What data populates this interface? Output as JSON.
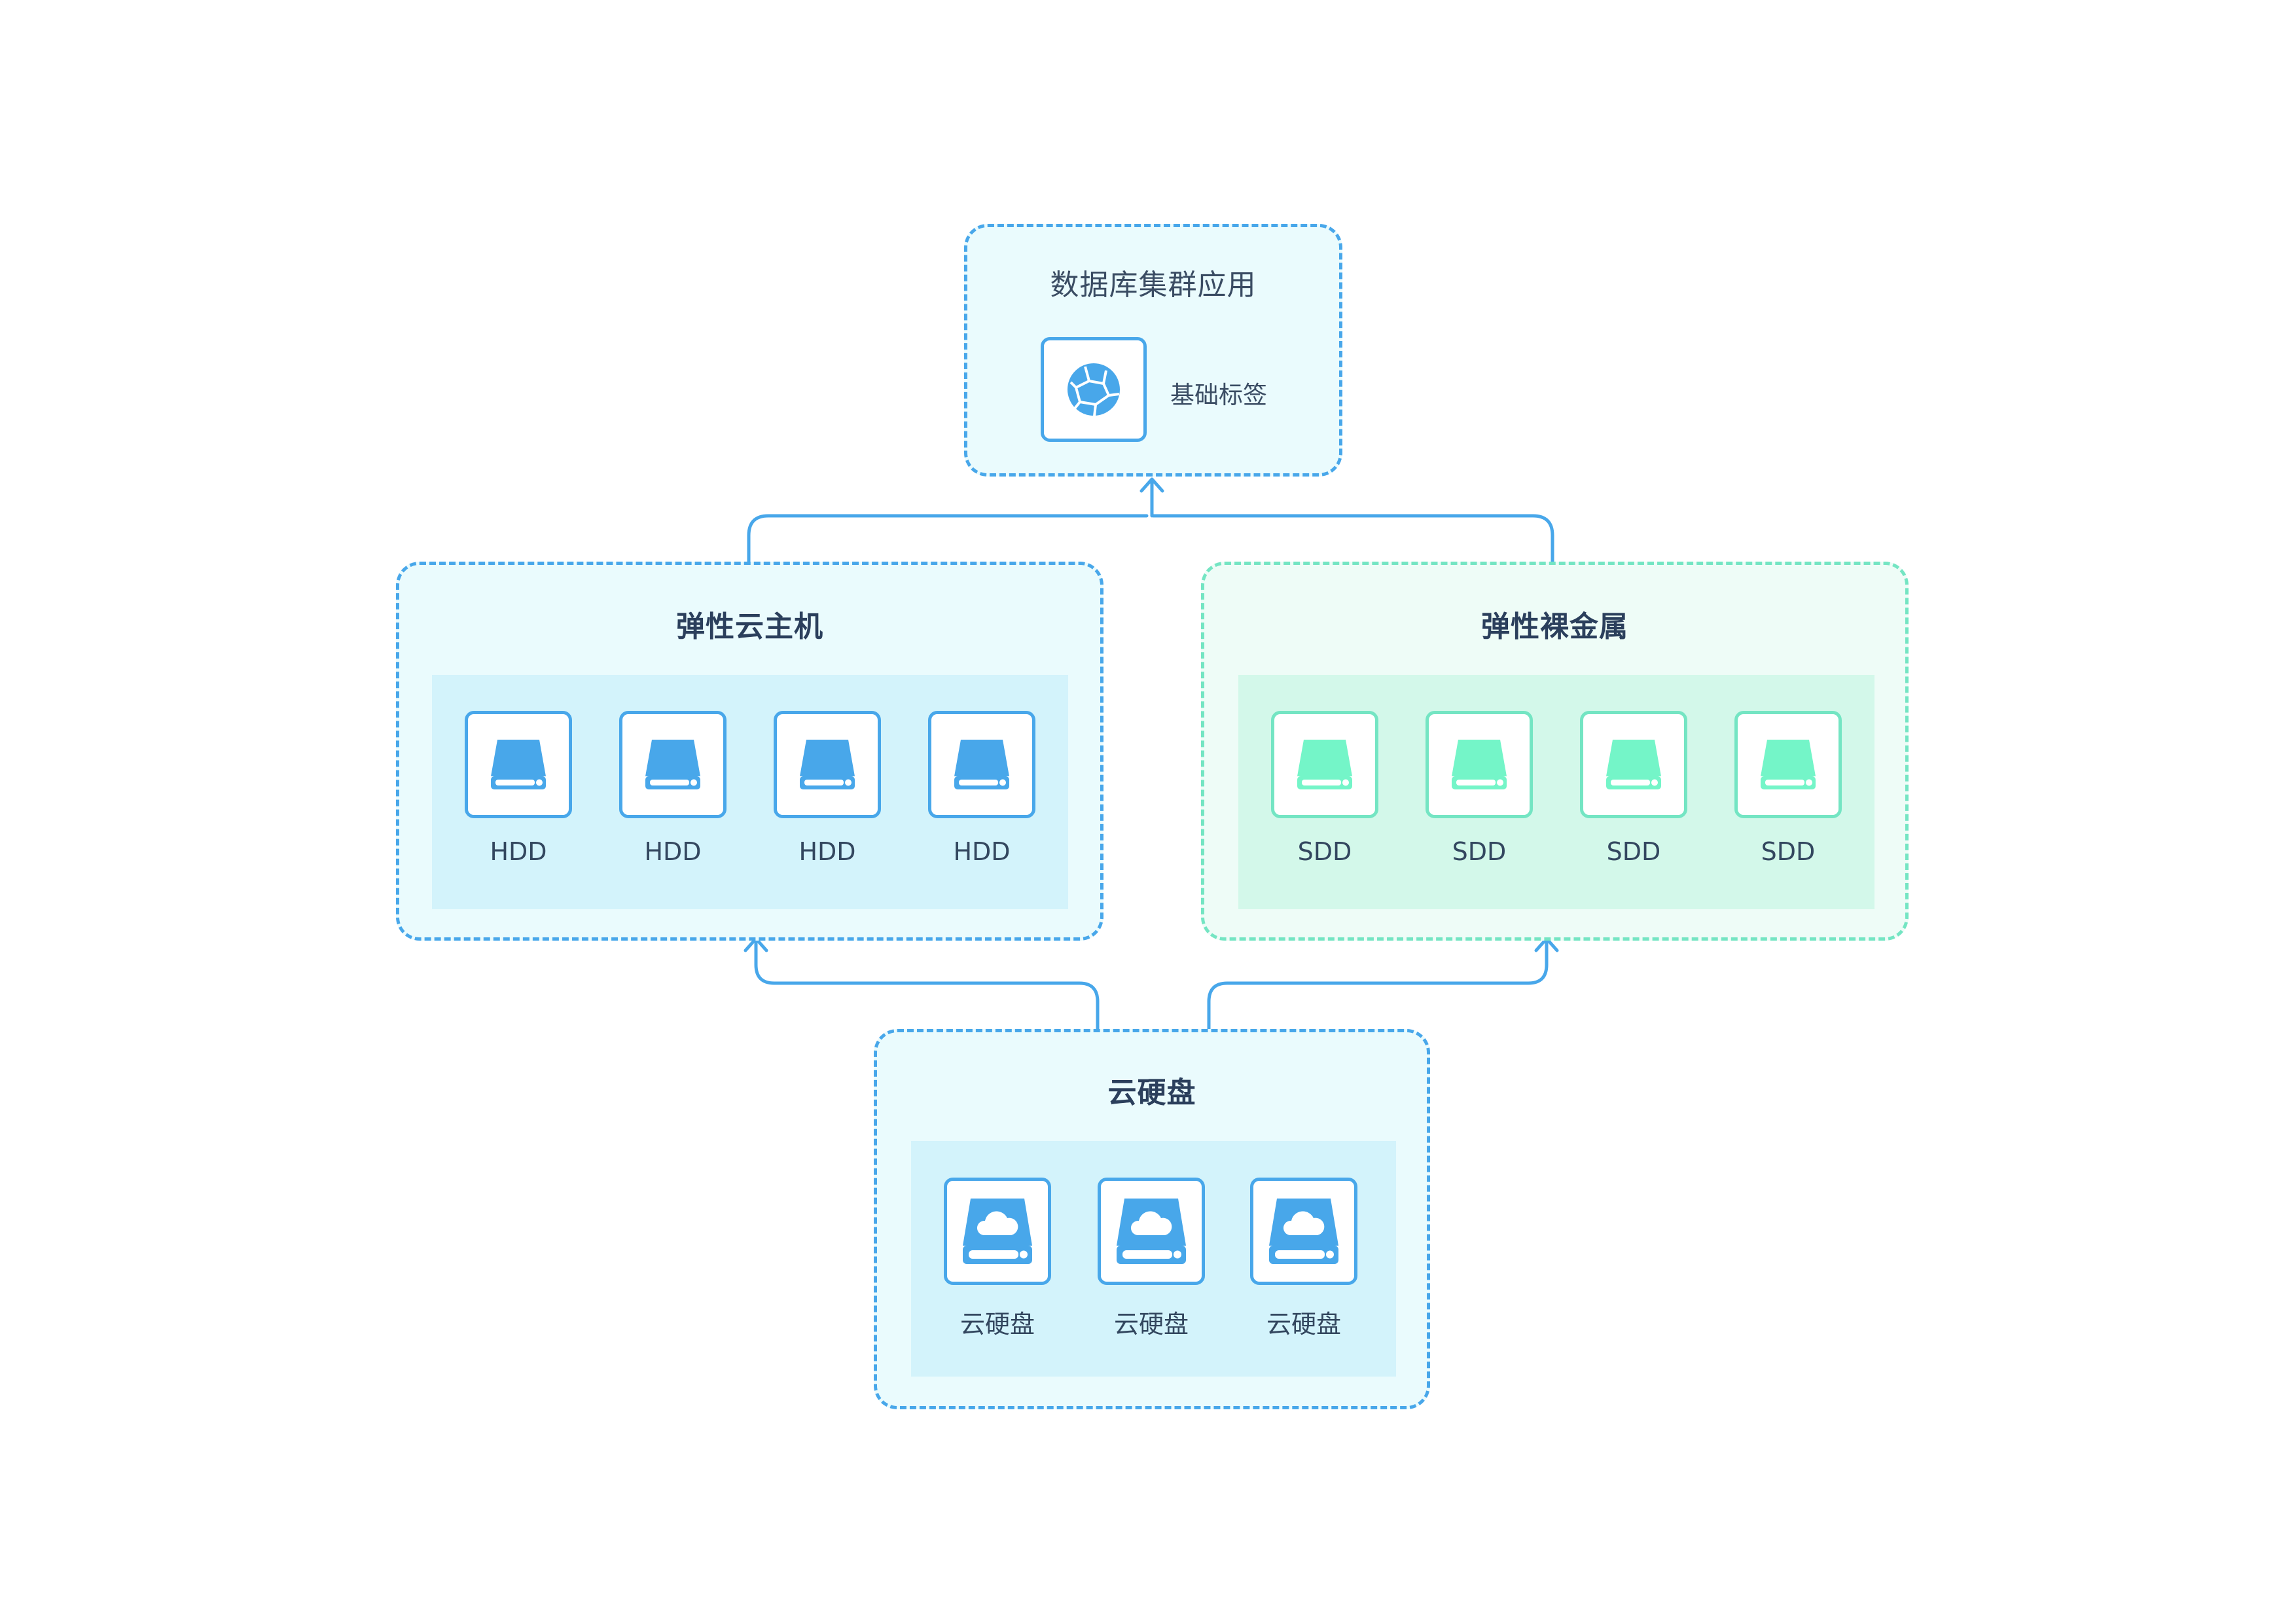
{
  "top": {
    "title": "数据库集群应用",
    "item_label": "基础标签",
    "icon": "globe-icon"
  },
  "left": {
    "title": "弹性云主机",
    "items": [
      "HDD",
      "HDD",
      "HDD",
      "HDD"
    ],
    "icon": "hdd-icon"
  },
  "right": {
    "title": "弹性裸金属",
    "items": [
      "SDD",
      "SDD",
      "SDD",
      "SDD"
    ],
    "icon": "sdd-icon"
  },
  "bottom": {
    "title": "云硬盘",
    "items": [
      "云硬盘",
      "云硬盘",
      "云硬盘"
    ],
    "icon": "cloud-disk-icon"
  },
  "colors": {
    "blue": "#48a7ea",
    "green": "#74e5c3",
    "panel_bg": "#eafbfd",
    "inner_bg": "#d3f3fb"
  }
}
